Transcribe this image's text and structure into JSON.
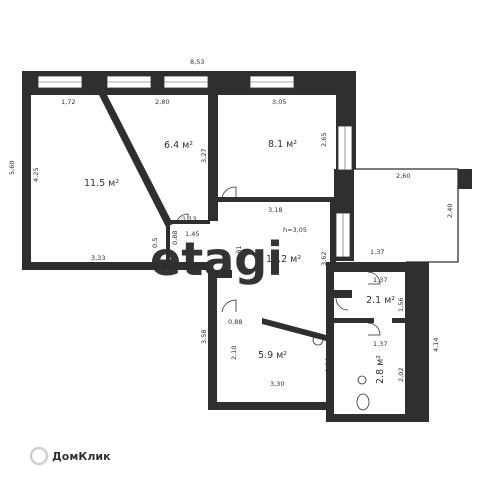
{
  "watermark": "etagi",
  "brand": "ДомКлик",
  "rooms": [
    {
      "area": "11.5 м²"
    },
    {
      "area": "6.4 м²"
    },
    {
      "area": "8.1 м²"
    },
    {
      "area": "11.2 м²"
    },
    {
      "area": "2.1 м²"
    },
    {
      "area": "5.9 м²"
    },
    {
      "area": "2.8 м²"
    }
  ],
  "dimensions": [
    "8,53",
    "5,60",
    "1,72",
    "2,80",
    "3,05",
    "2,65",
    "4,25",
    "3,27",
    "2,60",
    "2,40",
    "3,18",
    "1,13",
    "1,45",
    "0,5",
    "0,88",
    "3,33",
    "2,81",
    "h=3,05",
    "3,62",
    "1,37",
    "1,37",
    "1,56",
    "0,88",
    "3,58",
    "2,10",
    "1,26",
    "1,37",
    "4,14",
    "2,02",
    "3,30"
  ],
  "colors": {
    "wall": "#2f2f2f",
    "watermark": "#e3e3e3"
  }
}
